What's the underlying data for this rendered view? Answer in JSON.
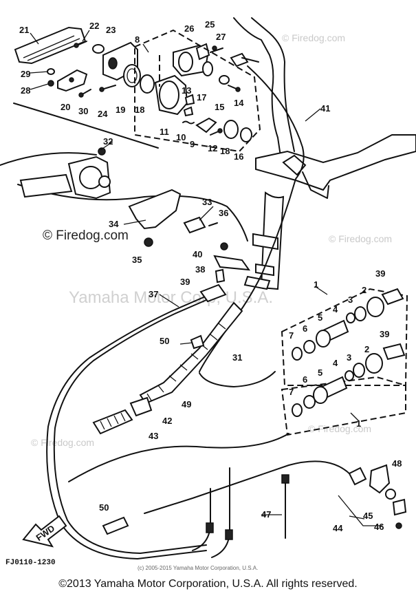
{
  "watermarks": {
    "firedog_top": "© Firedog.com",
    "firedog_left": "© Firedog.com",
    "firedog_right": "© Firedog.com",
    "firedog_lower_left": "© Firedog.com",
    "firedog_lower_right": "© Firedog.com",
    "yamaha_center": "Yamaha Motor Corp, U.S.A."
  },
  "drawing_code": "FJ0110-1230",
  "fwd_label": "FWD",
  "inner_copyright": "(c) 2005-2015 Yamaha Motor Corporation, U.S.A.",
  "footer": "©2013 Yamaha Motor Corporation, U.S.A. All rights reserved.",
  "callouts": [
    "21",
    "22",
    "23",
    "26",
    "25",
    "27",
    "8",
    "29",
    "28",
    "20",
    "30",
    "24",
    "19",
    "18",
    "13",
    "17",
    "15",
    "14",
    "11",
    "10",
    "9",
    "12",
    "18",
    "16",
    "41",
    "32",
    "33",
    "36",
    "34",
    "35",
    "40",
    "38",
    "39",
    "37",
    "1",
    "39",
    "4",
    "3",
    "2",
    "5",
    "6",
    "7",
    "50",
    "39",
    "2",
    "3",
    "4",
    "5",
    "6",
    "7",
    "31",
    "49",
    "42",
    "43",
    "1",
    "48",
    "50",
    "47",
    "45",
    "44",
    "46"
  ]
}
